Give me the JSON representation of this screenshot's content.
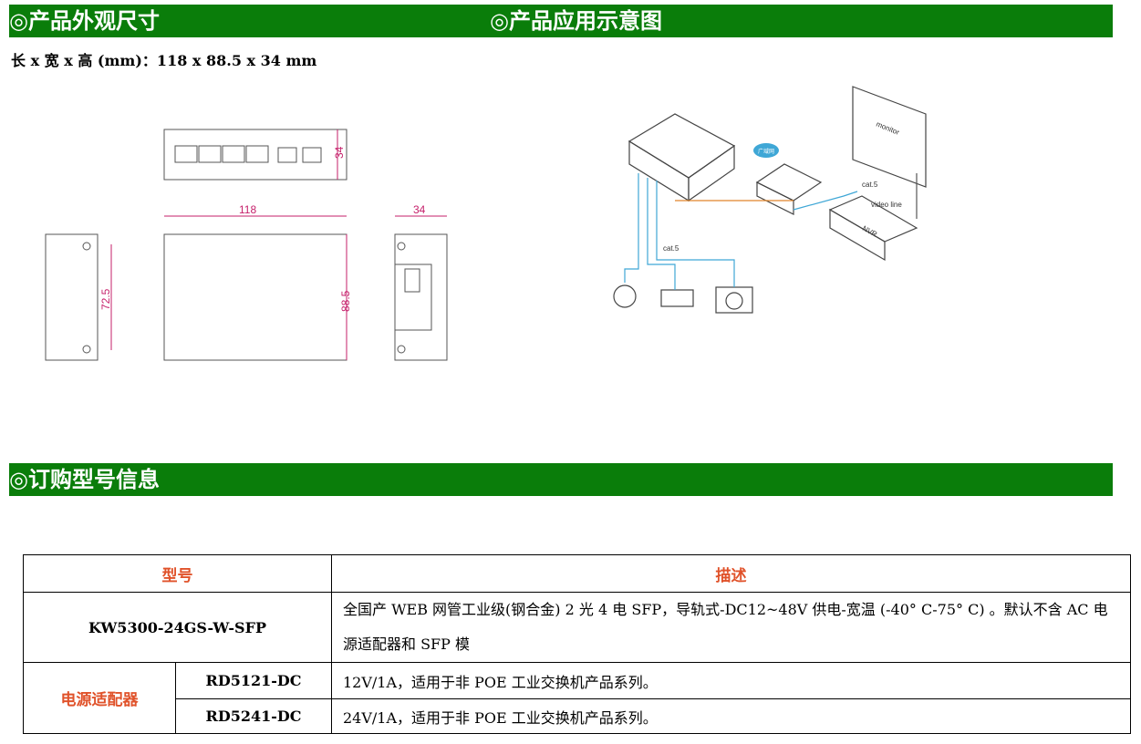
{
  "sections": {
    "dimensions_title": "◎产品外观尺寸",
    "application_title": "◎产品应用示意图",
    "order_title": "◎订购型号信息"
  },
  "dimensions": {
    "text": "长 x 宽 x 高 (mm)：118 x 88.5 x 34 mm",
    "labels": {
      "front_height": "34",
      "top_width": "118",
      "side_width": "34",
      "left_height": "72.5",
      "top_depth": "88.5"
    }
  },
  "diagram": {
    "monitor_label": "monitor",
    "nvr_label": "NVR",
    "cat5_top": "cat.5",
    "video_line": "video line",
    "cat5_mid": "cat.5",
    "cloud_label": "广域网"
  },
  "order_table": {
    "headers": {
      "model": "型号",
      "description": "描述"
    },
    "main_row": {
      "model": "KW5300-24GS-W-SFP",
      "description": "全国产 WEB 网管工业级(钢合金) 2 光 4 电 SFP，导轨式-DC12~48V 供电-宽温 (-40° C-75° C) 。默认不含 AC 电源适配器和 SFP 模"
    },
    "psu_label": "电源适配器",
    "psu_rows": [
      {
        "model": "RD5121-DC",
        "description": "12V/1A，适用于非 POE 工业交换机产品系列。"
      },
      {
        "model": "RD5241-DC",
        "description": "24V/1A，适用于非 POE 工业交换机产品系列。"
      }
    ]
  },
  "colors": {
    "banner": "#0a7d0a",
    "accent": "#e0522a",
    "dim_line": "#c51f6a"
  }
}
